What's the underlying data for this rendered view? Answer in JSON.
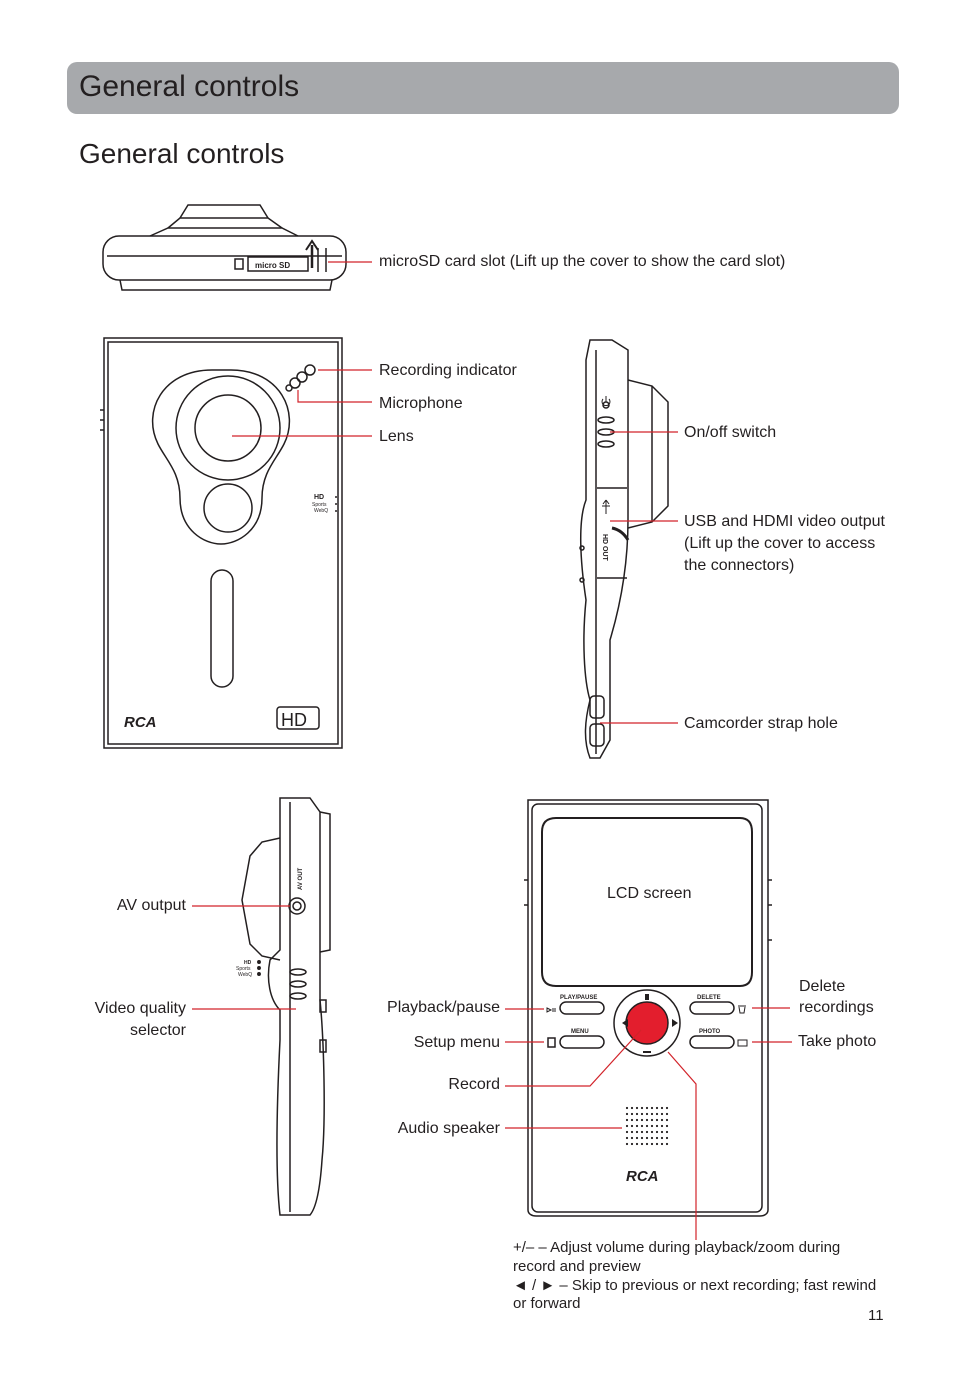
{
  "header": {
    "banner_title": "General controls",
    "section_title": "General controls"
  },
  "device_text": {
    "micro_sd": "micro SD",
    "hd_out": "HD OUT",
    "av_out": "AV OUT",
    "quality_hd": "HD",
    "quality_sports": "Sports",
    "quality_webq": "WebQ",
    "brand": "RCA",
    "hd_badge": "HD",
    "play_pause": "PLAY/PAUSE",
    "delete": "DELETE",
    "menu": "MENU",
    "photo": "PHOTO"
  },
  "callouts": {
    "microsd": "microSD card slot (Lift up the cover to show the card slot)",
    "recording_indicator": "Recording indicator",
    "microphone": "Microphone",
    "lens": "Lens",
    "onoff": "On/off switch",
    "usb_hdmi_1": "USB and HDMI video output",
    "usb_hdmi_2": "(Lift up the cover to access",
    "usb_hdmi_3": "the connectors)",
    "strap": "Camcorder strap hole",
    "av_output": "AV output",
    "video_quality_1": "Video quality",
    "video_quality_2": "selector",
    "lcd": "LCD screen",
    "playback": "Playback/pause",
    "setup": "Setup menu",
    "record": "Record",
    "speaker": "Audio speaker",
    "delete_1": "Delete",
    "delete_2": "recordings",
    "take_photo": "Take photo",
    "volume_1": "+/– – Adjust volume during playback/zoom during",
    "volume_2": "record and preview",
    "skip_1": "◄ / ► – Skip to previous or next recording; fast rewind",
    "skip_2": "or forward"
  },
  "page_number": "11",
  "colors": {
    "banner": "#a7a9ac",
    "leader": "#d2232a",
    "record_button": "#e31e2d"
  }
}
